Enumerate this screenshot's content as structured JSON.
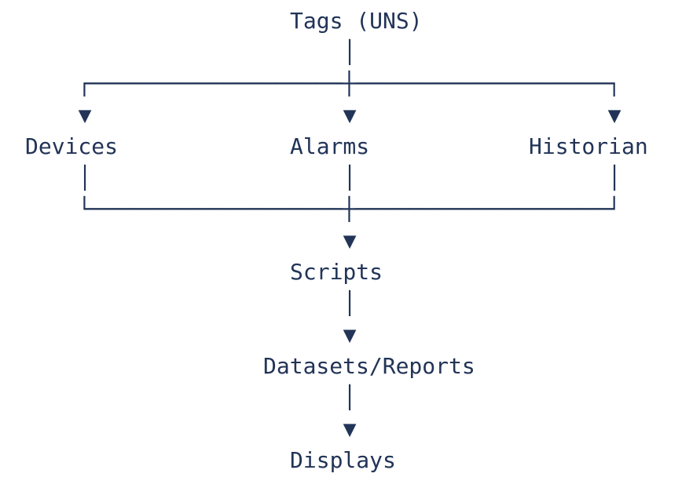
{
  "colors": {
    "ink": "#223457",
    "background": "#ffffff"
  },
  "glyphs": {
    "arrow_down": "▼",
    "vertical_line": "│"
  },
  "connectors": {
    "branch_top": "┌───────────────────┼───────────────────┐",
    "branch_bottom": "└───────────────────┼───────────────────┘"
  },
  "nodes": {
    "tags": {
      "label": "Tags (UNS)"
    },
    "devices": {
      "label": "Devices"
    },
    "alarms": {
      "label": "Alarms"
    },
    "historian": {
      "label": "Historian"
    },
    "scripts": {
      "label": "Scripts"
    },
    "datasets_reports": {
      "label": "Datasets/Reports"
    },
    "displays": {
      "label": "Displays"
    }
  }
}
